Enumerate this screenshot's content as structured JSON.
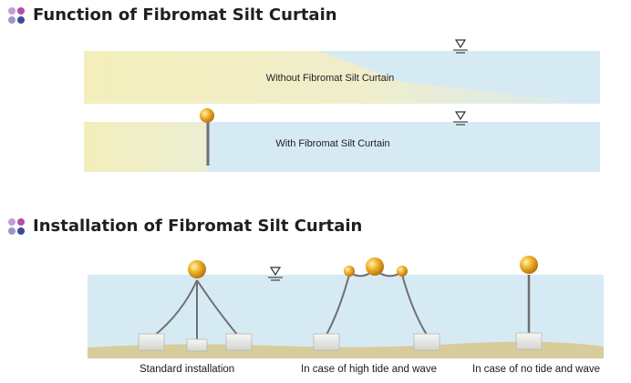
{
  "colors": {
    "title_text": "#1f1f1f",
    "dot_colors": [
      "#c89ad6",
      "#b24ea8",
      "#9a98c8",
      "#3a4b96"
    ],
    "water": "#d6eaf4",
    "silt": "#f4efbe",
    "seabed": "#d7cc9a",
    "buoy": "#e3a21a",
    "curtain": "#707070",
    "anchor": "#e8e8e6"
  },
  "sections": {
    "function": {
      "title": "Function of Fibromat Silt Curtain",
      "panels": [
        {
          "label": "Without Fibromat Silt Curtain",
          "has_curtain": false
        },
        {
          "label": "With Fibromat Silt Curtain",
          "has_curtain": true
        }
      ],
      "water_level_icon": "water-level-icon"
    },
    "installation": {
      "title": "Installation of Fibromat Silt Curtain",
      "methods": [
        {
          "caption": "Standard installation"
        },
        {
          "caption": "In case of high tide and wave"
        },
        {
          "caption": "In case of no tide and wave"
        }
      ],
      "water_level_icon": "water-level-icon"
    }
  }
}
